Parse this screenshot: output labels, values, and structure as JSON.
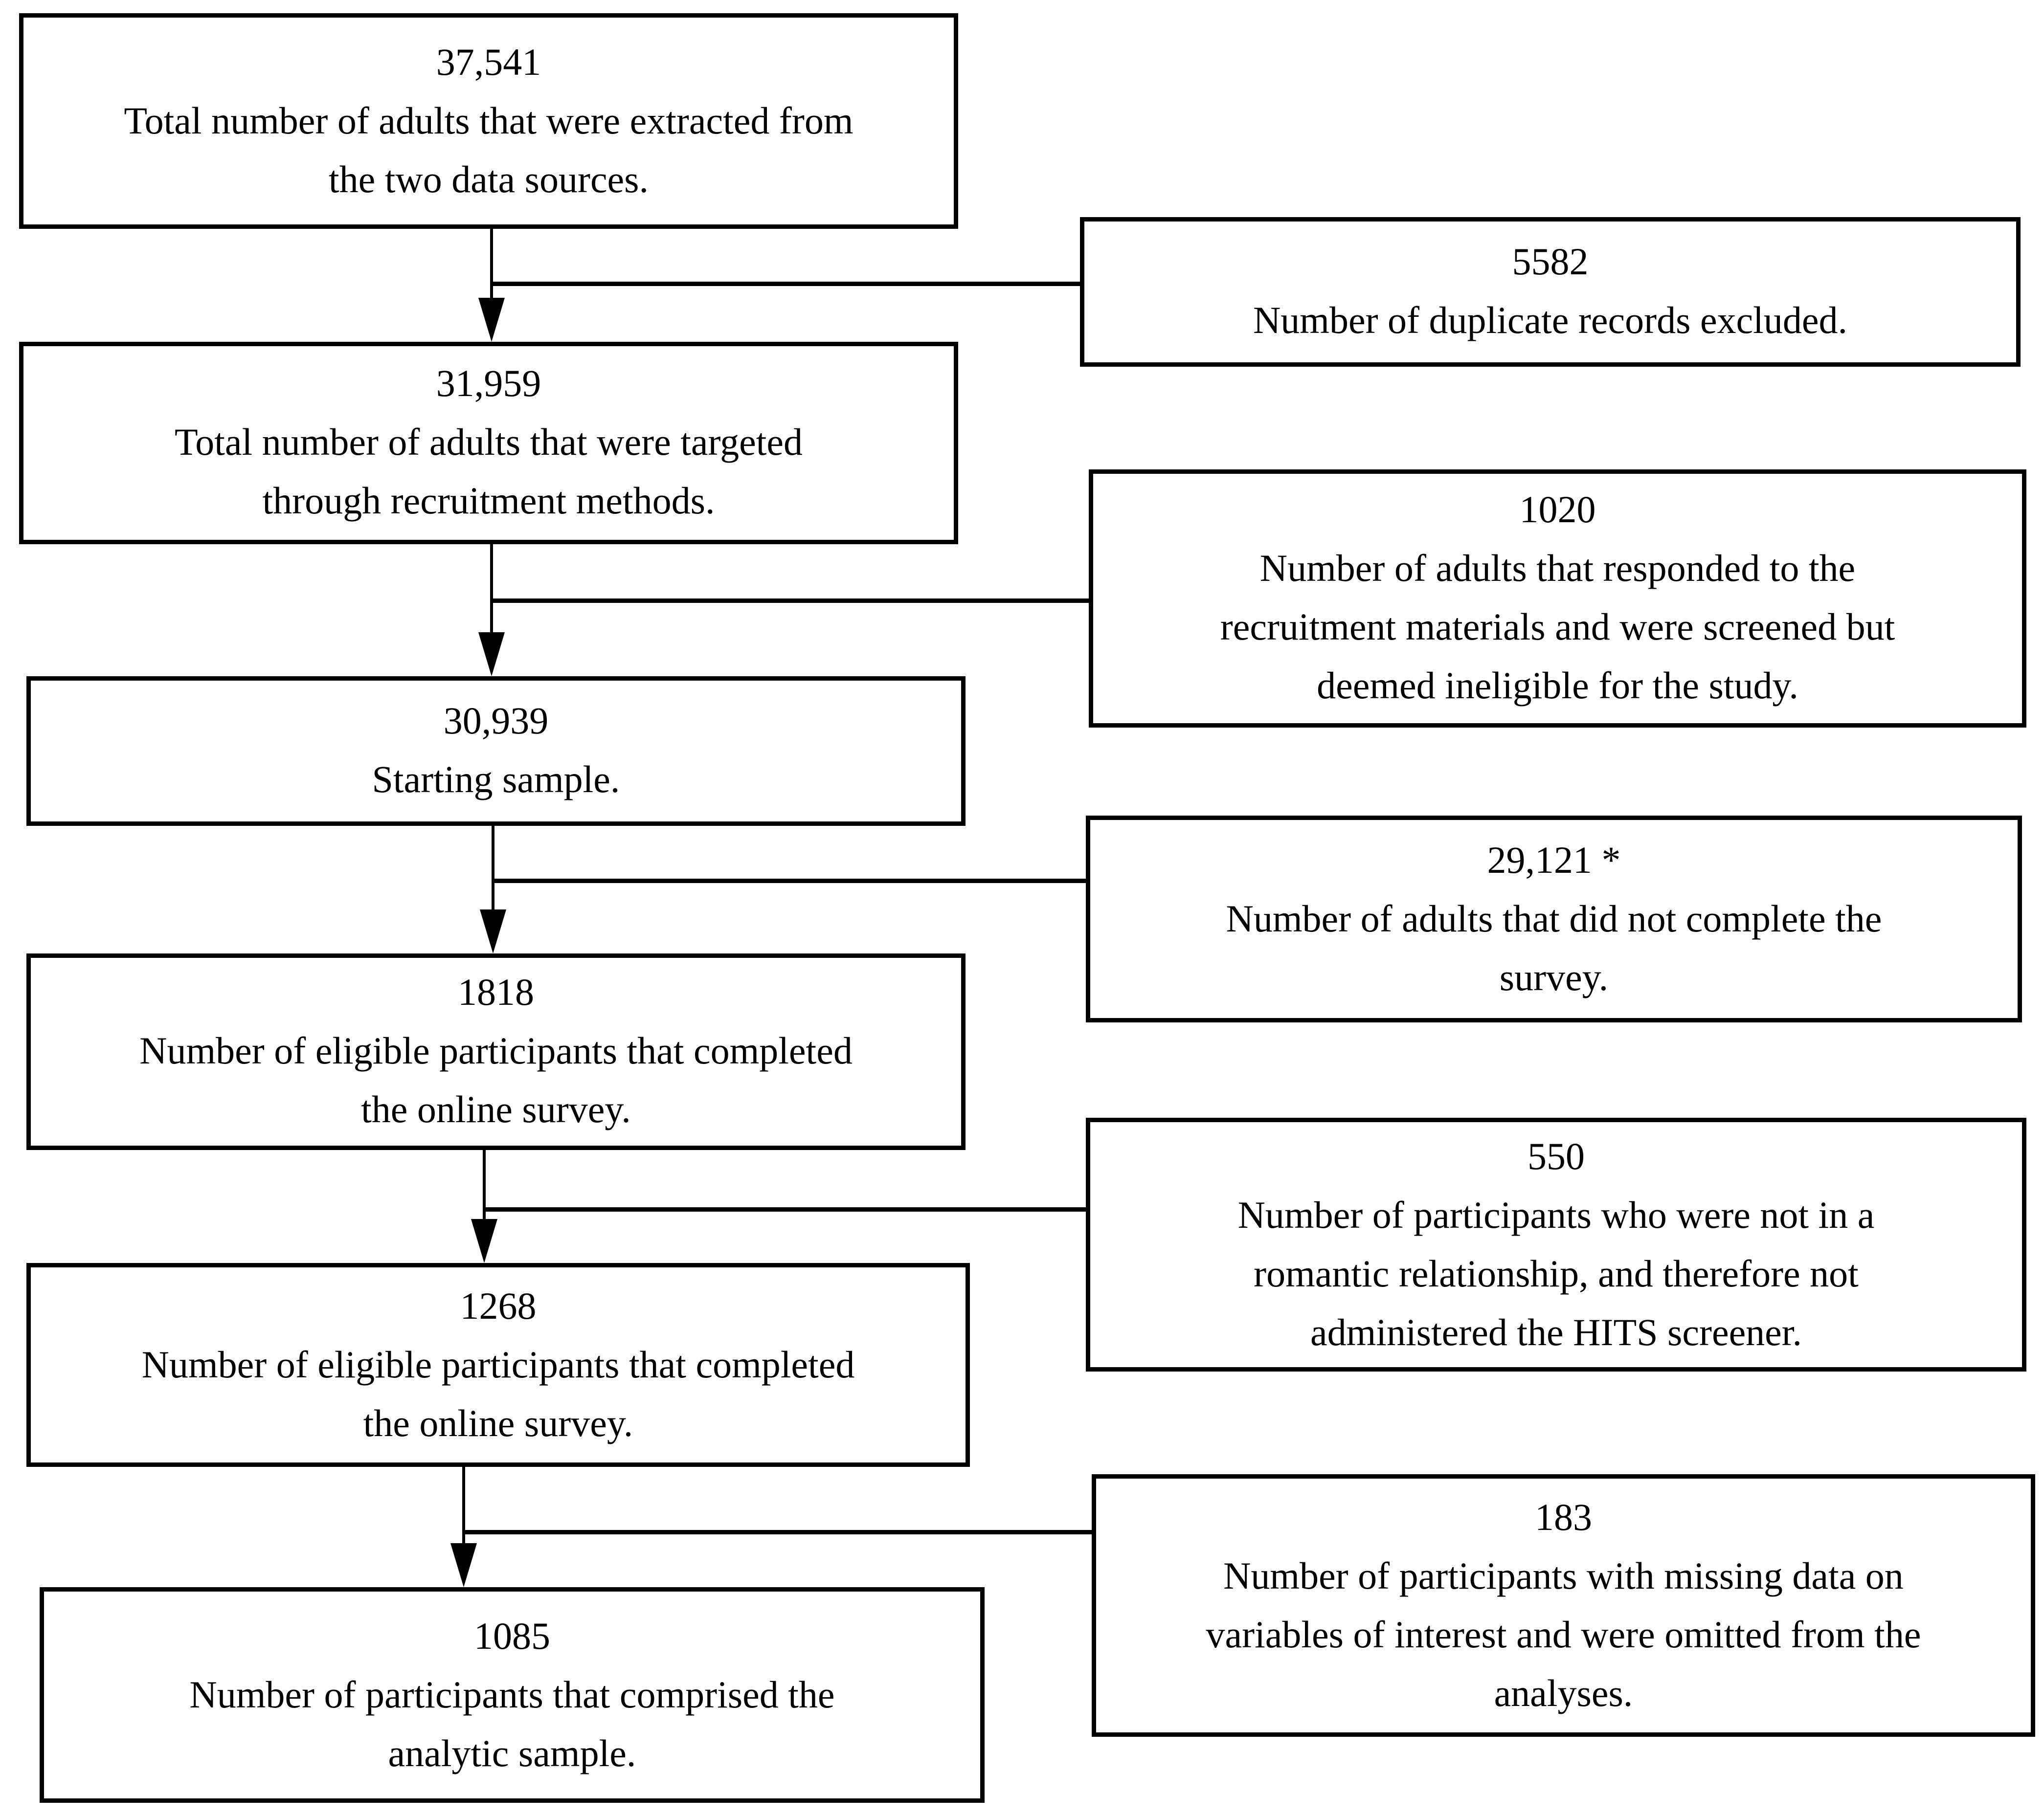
{
  "figure": {
    "type": "participant-flow-diagram",
    "colors": {
      "box_border": "#000000",
      "box_background": "#ffffff",
      "text": "#000000",
      "connector_line": "#000000"
    },
    "flow": {
      "main": [
        {
          "value": "37,541",
          "label": "Total number of adults that were extracted from\nthe two data sources."
        },
        {
          "value": "31,959",
          "label": "Total number of adults that were targeted\nthrough recruitment methods."
        },
        {
          "value": "30,939",
          "label": "Starting sample."
        },
        {
          "value": "1818",
          "label": "Number of eligible participants that completed\nthe online survey."
        },
        {
          "value": "1268",
          "label": "Number of eligible participants that completed\nthe online survey."
        },
        {
          "value": "1085",
          "label": "Number of participants that comprised the\nanalytic sample."
        }
      ],
      "exclusions": [
        {
          "value": "5582",
          "label": "Number of duplicate records excluded."
        },
        {
          "value": "1020",
          "label": "Number of adults that responded to the\nrecruitment materials and were screened but\ndeemed ineligible for the study."
        },
        {
          "value": "29,121 *",
          "label": "Number of adults that did not complete the\nsurvey."
        },
        {
          "value": "550",
          "label": "Number of participants who were not in a\nromantic relationship, and therefore not\nadministered the HITS screener."
        },
        {
          "value": "183",
          "label": "Number of participants with missing data on\nvariables of interest and were omitted from the\nanalyses."
        }
      ]
    }
  }
}
